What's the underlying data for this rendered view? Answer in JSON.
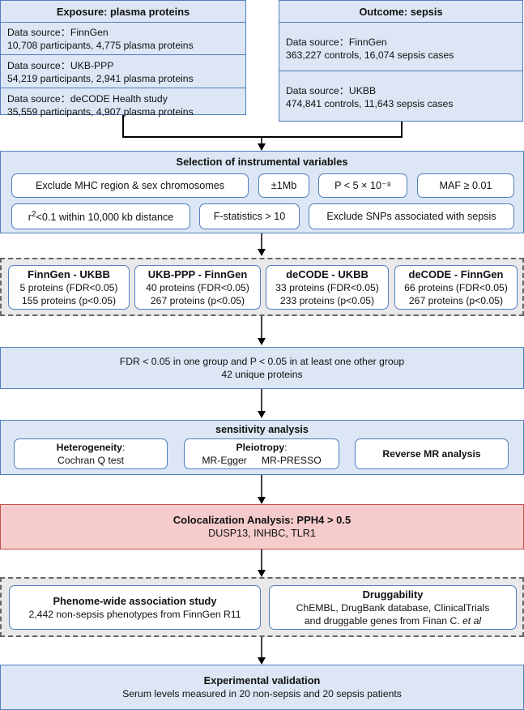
{
  "exposure": {
    "title": "Exposure: plasma proteins",
    "sources": [
      {
        "line1": "Data source：FinnGen",
        "line2": "10,708 participants, 4,775 plasma proteins"
      },
      {
        "line1": "Data source：UKB-PPP",
        "line2": "54,219 participants, 2,941 plasma proteins"
      },
      {
        "line1": "Data source：deCODE Health study",
        "line2": "35,559 participants, 4,907 plasma proteins"
      }
    ]
  },
  "outcome": {
    "title": "Outcome: sepsis",
    "sources": [
      {
        "line1": "Data source：FinnGen",
        "line2": "363,227 controls, 16,074 sepsis cases"
      },
      {
        "line1": "Data source：UKBB",
        "line2": "474,841 controls, 11,643 sepsis cases"
      }
    ]
  },
  "iv_selection": {
    "title": "Selection of instrumental variables",
    "row1": [
      "Exclude MHC region & sex chromosomes",
      "±1Mb",
      "P < 5 × 10⁻⁸",
      "MAF ≥ 0.01"
    ],
    "r2_prefix": "r",
    "r2_sup": "2",
    "r2_rest": "<0.1 within 10,000 kb distance",
    "row2": [
      "F-statistics > 10",
      "Exclude SNPs associated with sepsis"
    ]
  },
  "mr_groups": [
    {
      "title": "FinnGen - UKBB",
      "fdr": "5 proteins (FDR<0.05)",
      "p": "155 proteins (p<0.05)"
    },
    {
      "title": "UKB-PPP - FinnGen",
      "fdr": "40 proteins (FDR<0.05)",
      "p": "267 proteins (p<0.05)"
    },
    {
      "title": "deCODE - UKBB",
      "fdr": "33 proteins (FDR<0.05)",
      "p": "233 proteins (p<0.05)"
    },
    {
      "title": "deCODE - FinnGen",
      "fdr": "66 proteins (FDR<0.05)",
      "p": "267 proteins (p<0.05)"
    }
  ],
  "filter": {
    "line1": "FDR < 0.05 in one group and P < 0.05 in at least one other group",
    "line2": "42 unique proteins"
  },
  "sensitivity": {
    "title": "sensitivity analysis",
    "heterogeneity_title": "Heterogeneity",
    "heterogeneity_colon": ":",
    "heterogeneity_test": "Cochran Q test",
    "pleiotropy_title": "Pleiotropy",
    "pleiotropy_colon": ":",
    "pleiotropy_m1": "MR-Egger",
    "pleiotropy_m2": "MR-PRESSO",
    "reverse": "Reverse MR analysis"
  },
  "coloc": {
    "title": "Colocalization Analysis: PPH4 > 0.5",
    "genes": "DUSP13, INHBC, TLR1"
  },
  "phewas": {
    "title": "Phenome-wide association study",
    "desc": "2,442 non-sepsis phenotypes from FinnGen R11"
  },
  "druggability": {
    "title": "Druggability",
    "line1": "ChEMBL, DrugBank database, ClinicalTrials",
    "line2_prefix": "and druggable genes from Finan C. ",
    "line2_italic": "et al"
  },
  "validation": {
    "title": "Experimental validation",
    "desc": "Serum levels measured in 20 non-sepsis and 20 sepsis patients"
  }
}
